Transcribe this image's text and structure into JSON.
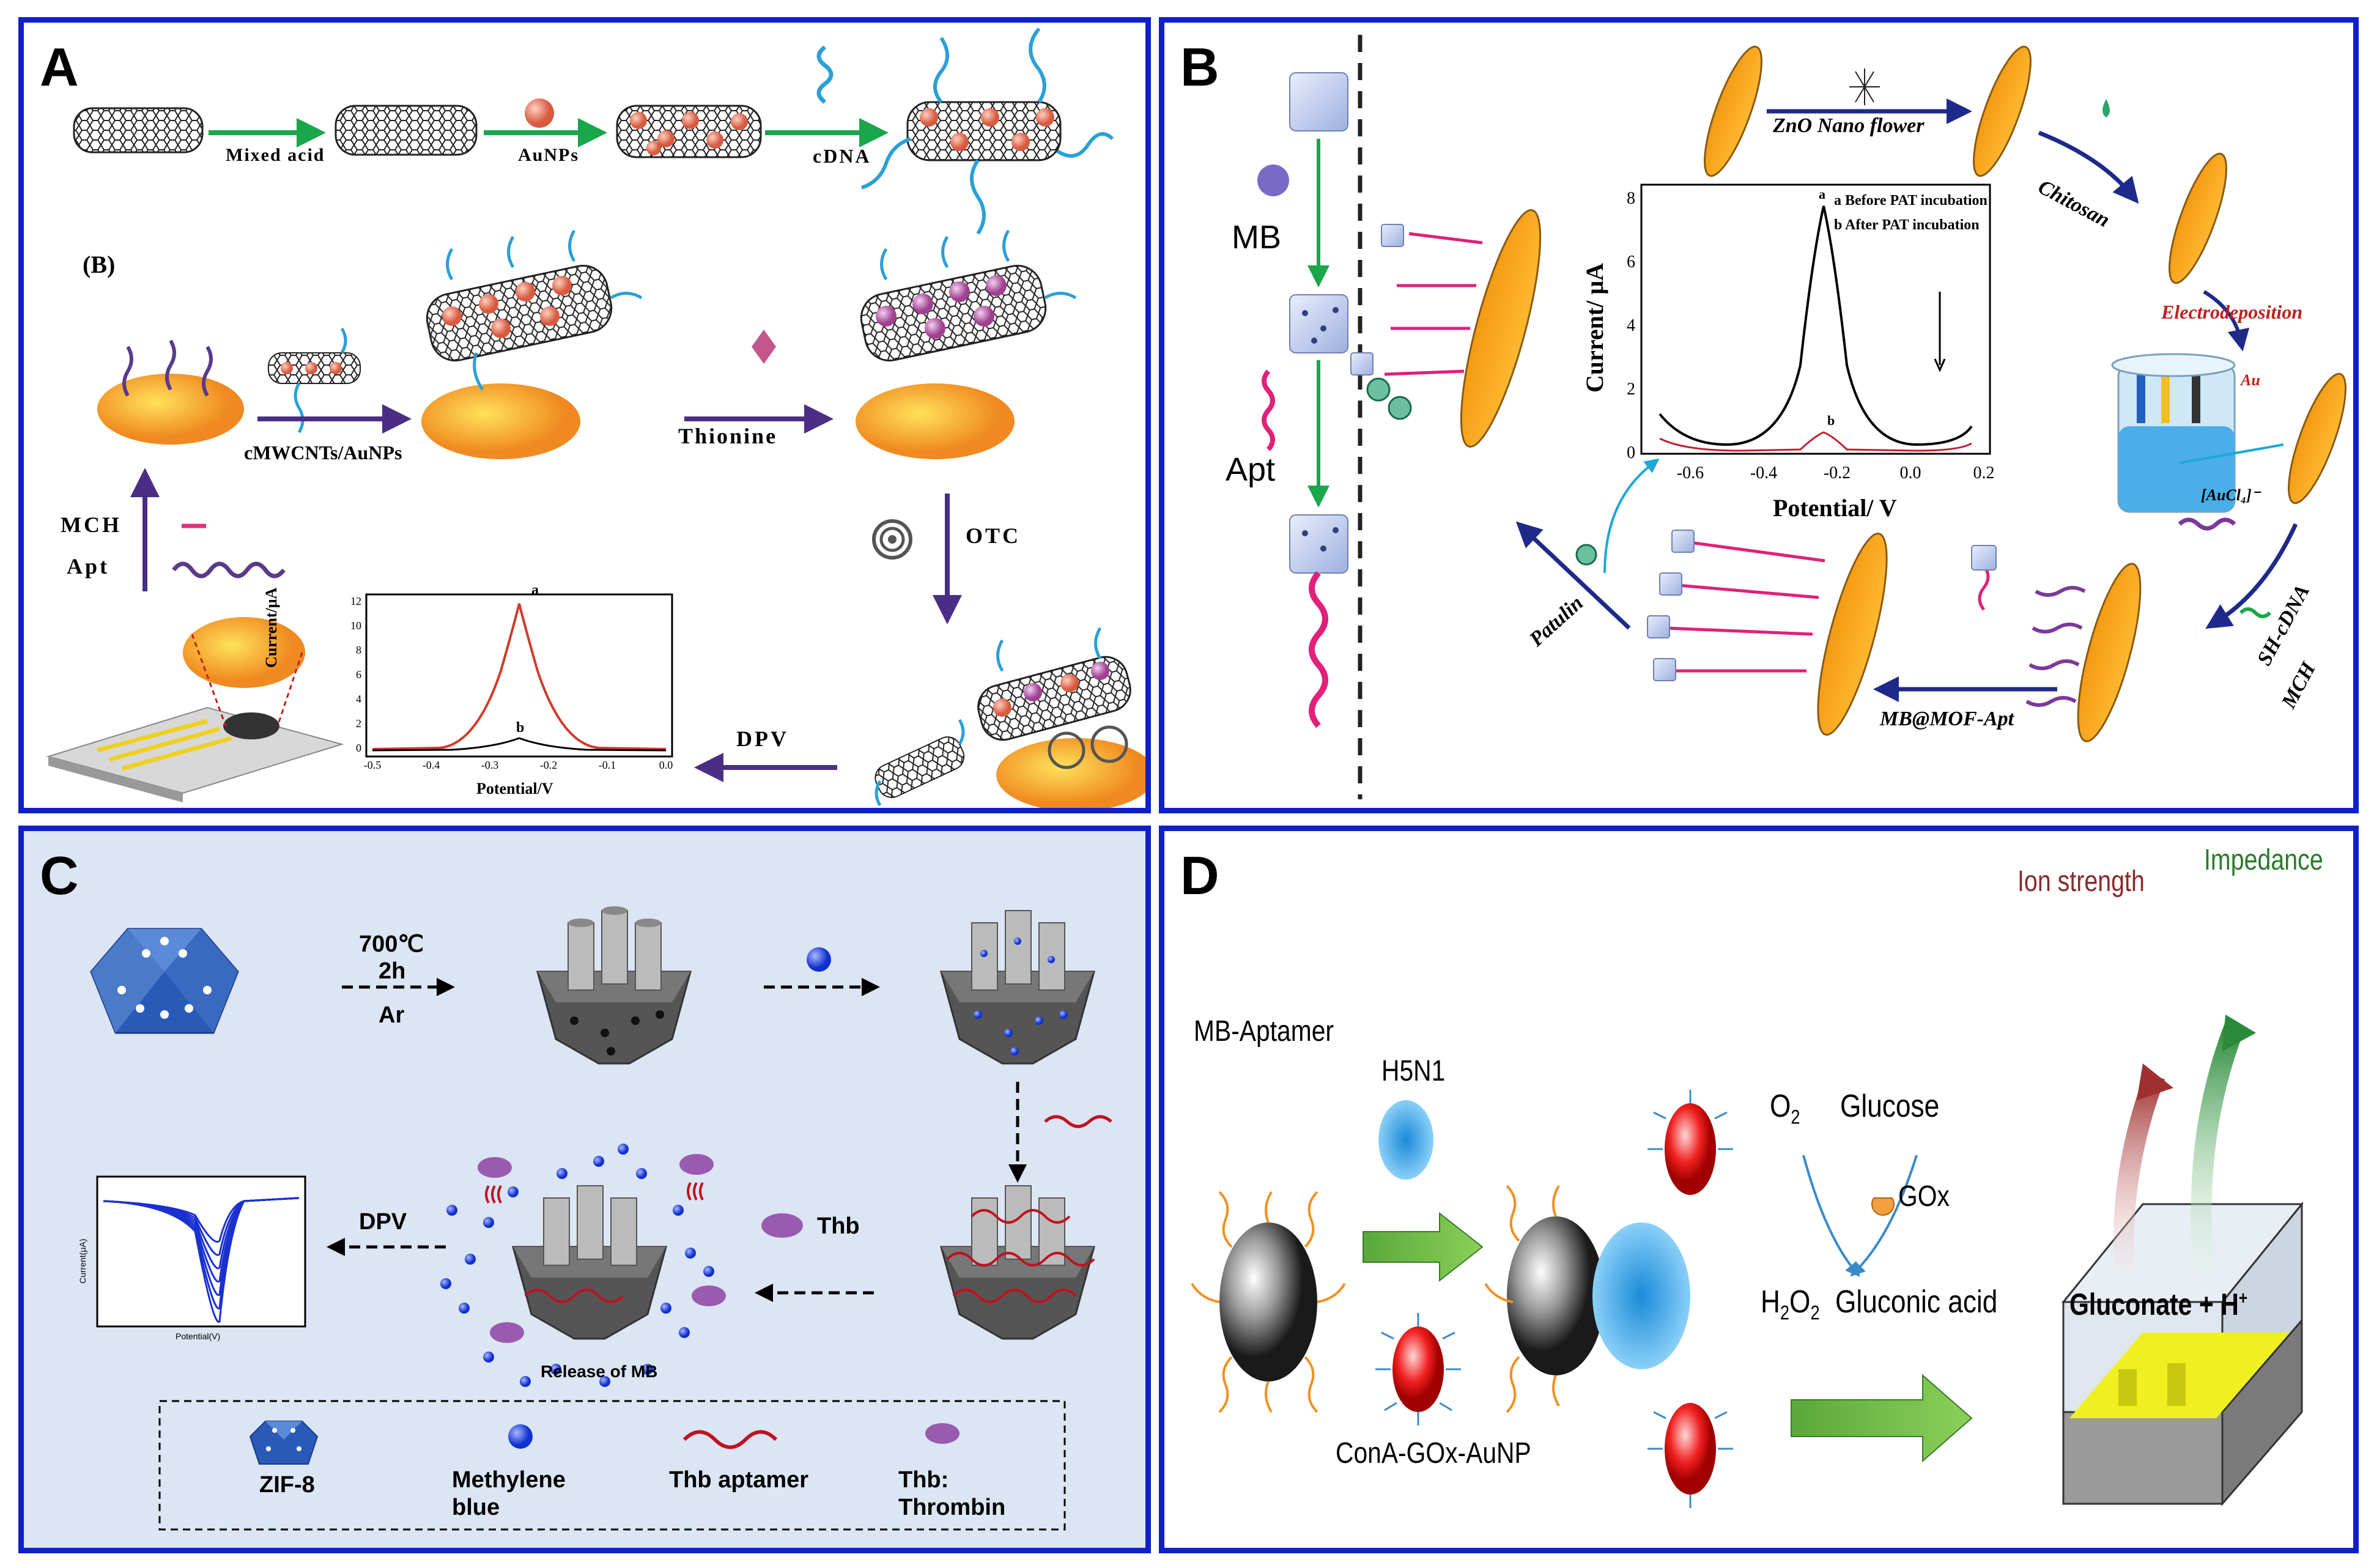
{
  "colors": {
    "panel_border": "#1020c8",
    "panel_c_bg": "#dbe5f3",
    "green_arrow": "#1aa64a",
    "purple_arrow": "#4a2e86",
    "navy_arrow": "#1e2a8a",
    "cnt": "#222222",
    "aunp": "#e8826a",
    "dna_blue": "#2aa0d8",
    "electrode": "#f5a623",
    "curve_red": "#d03a2c",
    "mb_blue": "#2040e0",
    "thb_red": "#c01020"
  },
  "panel_a": {
    "letter": "A",
    "sub_label": "(B)",
    "labels": {
      "mixed_acid": "Mixed acid",
      "aunps": "AuNPs",
      "cdna": "cDNA",
      "cmwcnts": "cMWCNTs/AuNPs",
      "thionine": "Thionine",
      "otc": "OTC",
      "dpv": "DPV",
      "mch": "MCH",
      "apt": "Apt"
    },
    "chart": {
      "ylabel": "Current/μA",
      "xlabel": "Potential/V",
      "yticks": [
        "0",
        "2",
        "4",
        "6",
        "8",
        "10",
        "12"
      ],
      "xticks": [
        "-0.5",
        "-0.4",
        "-0.3",
        "-0.2",
        "-0.1",
        "0.0"
      ],
      "curve_a": "a",
      "curve_b": "b"
    }
  },
  "panel_b": {
    "letter": "B",
    "labels": {
      "mb": "MB",
      "apt": "Apt",
      "zno": "ZnO Nano flower",
      "chitosan": "Chitosan",
      "electrodeposition": "Electrodeposition",
      "au": "Au",
      "aucl4": "[AuCl₄]⁻",
      "sh_cdna": "SH-cDNA",
      "mch": "MCH",
      "mb_mof_apt": "MB@MOF-Apt",
      "patulin": "Patulin"
    },
    "chart": {
      "ylabel": "Current/ μA",
      "xlabel": "Potential/ V",
      "yticks": [
        "0",
        "2",
        "4",
        "6",
        "8"
      ],
      "xticks": [
        "-0.6",
        "-0.4",
        "-0.2",
        "0.0",
        "0.2"
      ],
      "legend_a": "a Before PAT incubation",
      "legend_b": "b After PAT incubation",
      "curve_a": "a",
      "curve_b": "b"
    }
  },
  "panel_c": {
    "letter": "C",
    "labels": {
      "temp": "700℃",
      "time": "2h",
      "gas": "Ar",
      "thb": "Thb",
      "dpv": "DPV",
      "release": "Release of MB",
      "plot_y": "Current(μA)",
      "plot_x": "Potential(V)"
    },
    "legend": {
      "zif8": "ZIF-8",
      "methylene_1": "Methylene",
      "methylene_2": "blue",
      "aptamer": "Thb aptamer",
      "thrombin_1": "Thb:",
      "thrombin_2": "Thrombin"
    }
  },
  "panel_d": {
    "letter": "D",
    "labels": {
      "mb_aptamer": "MB-Aptamer",
      "h5n1": "H5N1",
      "conA": "ConA-GOx-AuNP",
      "o2": "O",
      "o2_sub": "2",
      "glucose": "Glucose",
      "gox": "GOx",
      "h2o2_h": "H",
      "h2o2_sub1": "2",
      "h2o2_o": "O",
      "h2o2_sub2": "2",
      "gluconic": "Gluconic acid",
      "gluconate": "Gluconate  +  H",
      "hplus": "+",
      "ion": "Ion strength",
      "impedance": "Impedance"
    }
  }
}
